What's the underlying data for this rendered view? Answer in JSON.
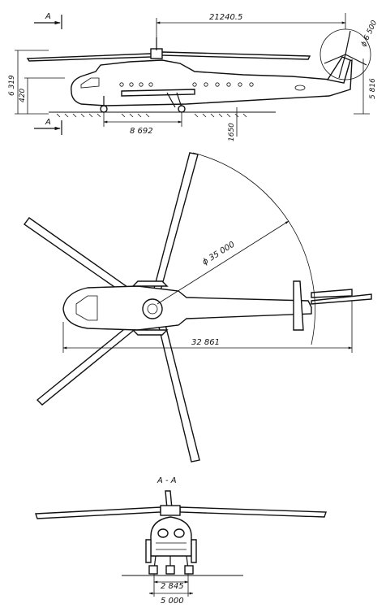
{
  "side_view": {
    "section_mark": "A",
    "dims": {
      "rotor_to_tail": "21240.5",
      "tail_rotor_dia": "ϕ 6 500",
      "height_total": "6 319",
      "height_low": "420",
      "tail_height": "5 816",
      "wheelbase": "8 692",
      "ground_clear": "1650"
    }
  },
  "top_view": {
    "dims": {
      "rotor_dia": "ϕ 35 000",
      "length": "32 861"
    }
  },
  "front_view": {
    "title": "A - A",
    "dims": {
      "track_inner": "2 845",
      "track_outer": "5 000"
    }
  }
}
